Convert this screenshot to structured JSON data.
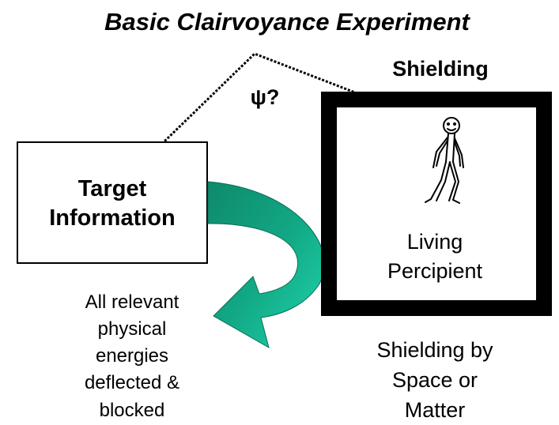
{
  "title": "Basic Clairvoyance Experiment",
  "shielding_heading": "Shielding",
  "psi_label": "ψ?",
  "target_box": {
    "line1": "Target",
    "line2": "Information"
  },
  "percipient": {
    "line1": "Living",
    "line2": "Percipient"
  },
  "deflected_caption": [
    "All relevant",
    "physical",
    "energies",
    "deflected &",
    "blocked"
  ],
  "shielding_caption": [
    "Shielding by",
    "Space or",
    "Matter"
  ],
  "colors": {
    "arrow_light": "#1ad1a8",
    "arrow_dark": "#0e7e62",
    "box_border": "#000000"
  }
}
